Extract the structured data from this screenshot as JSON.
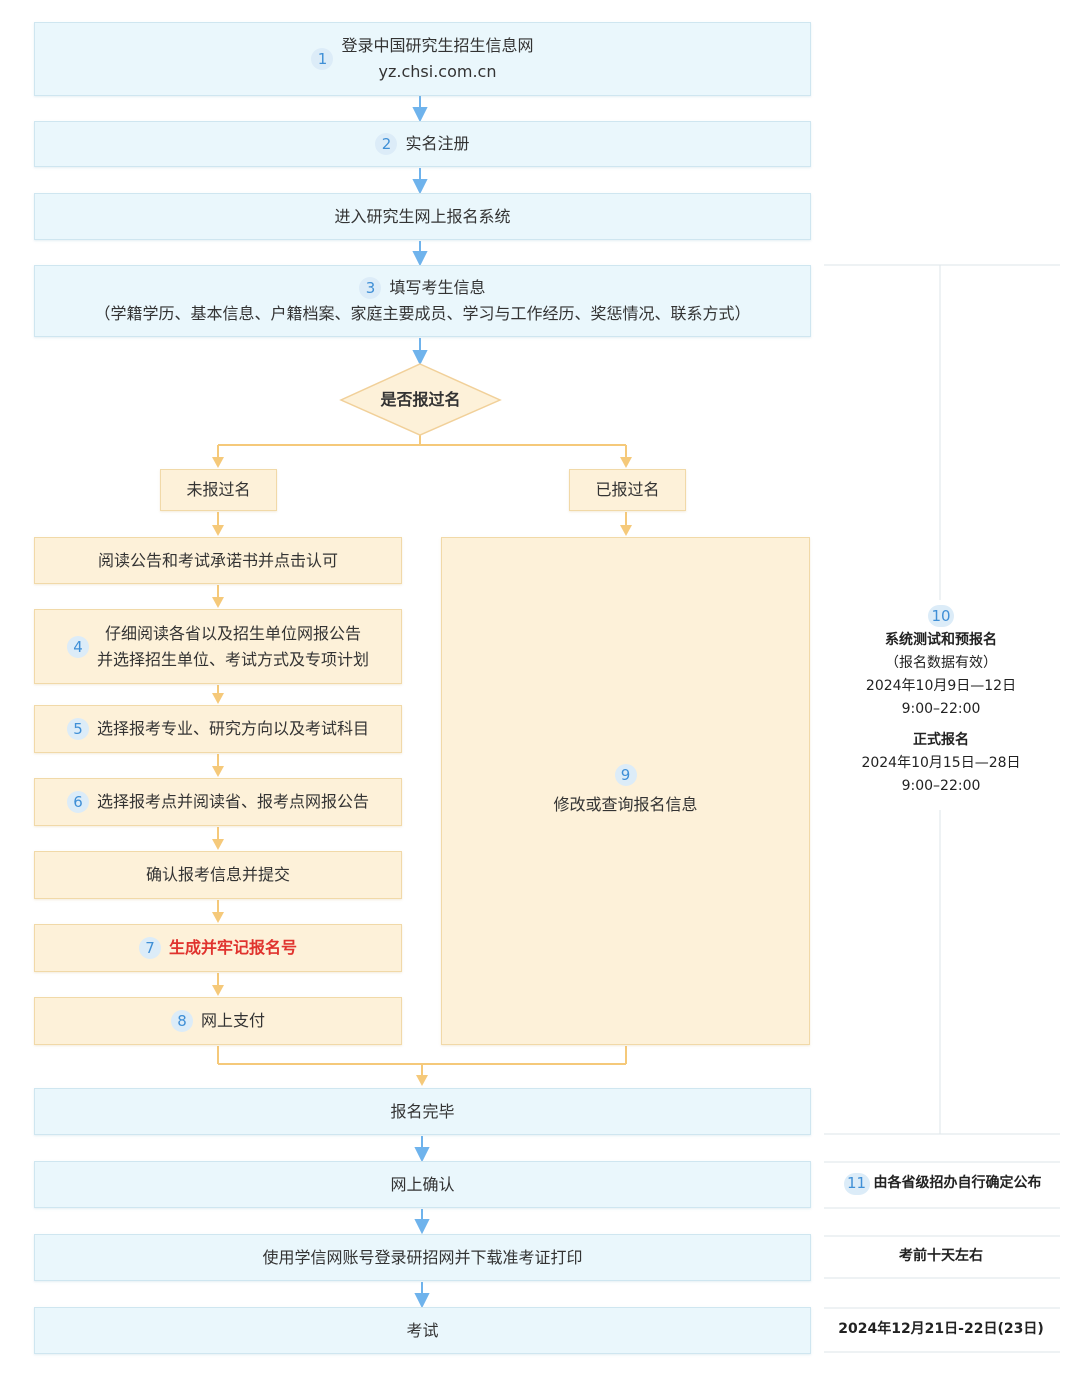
{
  "steps": {
    "s1": {
      "num": "1",
      "title": "登录中国研究生招生信息网",
      "url": "yz.chsi.com.cn"
    },
    "s2": {
      "num": "2",
      "title": "实名注册"
    },
    "s_enter": {
      "title": "进入研究生网上报名系统"
    },
    "s3": {
      "num": "3",
      "title": "填写考生信息",
      "detail": "（学籍学历、基本信息、户籍档案、家庭主要成员、学习与工作经历、奖惩情况、联系方式）"
    },
    "decision": {
      "title": "是否报过名"
    },
    "branch_no": {
      "title": "未报过名"
    },
    "branch_yes": {
      "title": "已报过名"
    },
    "read_notice": {
      "title": "阅读公告和考试承诺书并点击认可"
    },
    "s4": {
      "num": "4",
      "line1": "仔细阅读各省以及招生单位网报公告",
      "line2": "并选择招生单位、考试方式及专项计划"
    },
    "s5": {
      "num": "5",
      "title": "选择报考专业、研究方向以及考试科目"
    },
    "s6": {
      "num": "6",
      "title": "选择报考点并阅读省、报考点网报公告"
    },
    "confirm": {
      "title": "确认报考信息并提交"
    },
    "s7": {
      "num": "7",
      "title": "生成并牢记报名号"
    },
    "s8": {
      "num": "8",
      "title": "网上支付"
    },
    "s9": {
      "num": "9",
      "title": "修改或查询报名信息"
    },
    "done": {
      "title": "报名完毕"
    },
    "online_confirm": {
      "title": "网上确认"
    },
    "print": {
      "title": "使用学信网账号登录研招网并下载准考证打印"
    },
    "exam": {
      "title": "考试"
    }
  },
  "side": {
    "s10": {
      "num": "10",
      "pre_title": "系统测试和预报名",
      "pre_note": "（报名数据有效）",
      "pre_date": "2024年10月9日—12日",
      "pre_time": "9:00–22:00",
      "formal_title": "正式报名",
      "formal_date": "2024年10月15日—28日",
      "formal_time": "9:00–22:00"
    },
    "s11": {
      "num": "11",
      "text": "由各省级招办自行确定公布"
    },
    "print_time": "考前十天左右",
    "exam_date": "2024年12月21日-22日(23日)"
  },
  "colors": {
    "blue_arrow": "#6fb3ec",
    "yellow_arrow": "#f5c97a",
    "highlight": "#e0332e"
  }
}
